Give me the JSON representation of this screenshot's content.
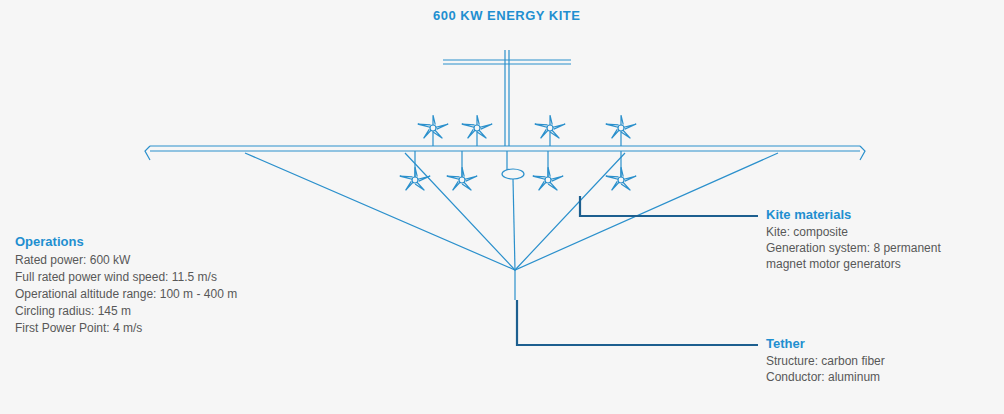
{
  "diagram": {
    "title": "600 KW ENERGY KITE",
    "labels": [
      "Operations",
      "Rated power: 600 kW",
      "Full rated power wind speed: 11.5 m/s",
      "Operational altitude range: 100 m - 400 m",
      "Circling radius: 145 m",
      "First Power Point: 4 m/s",
      "Kite materials",
      "Kite: composite",
      "Generation system: 8 permanent magnet motor generators",
      "Tether",
      "Structure: carbon fiber",
      "Conductor: aluminum"
    ]
  }
}
